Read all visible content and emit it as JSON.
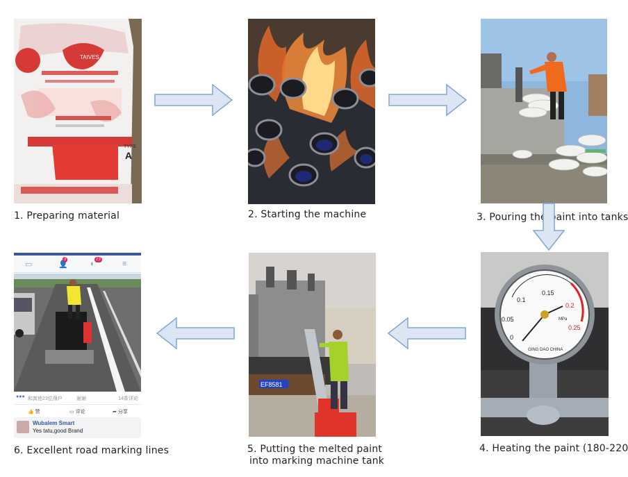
{
  "steps": [
    {
      "number": "1.",
      "caption": "Preparing material",
      "photo": "paint-bags-photo"
    },
    {
      "number": "2.",
      "caption": "Starting the machine",
      "photo": "burner-flames-photo"
    },
    {
      "number": "3.",
      "caption": "Pouring the paint into tanks",
      "photo": "worker-on-truck-photo"
    },
    {
      "number": "4.",
      "caption": "Heating the paint (180-220",
      "photo": "pressure-gauge-photo"
    },
    {
      "number": "5.",
      "caption_line1": "Putting the melted paint",
      "caption_line2": "into marking machine tank",
      "photo": "melting-kettle-photo"
    },
    {
      "number": "6.",
      "caption": "Excellent road marking lines",
      "photo": "facebook-post-screenshot"
    }
  ],
  "bag_label": {
    "brand": "TAIVES",
    "type": "TYPE",
    "grade": "A"
  },
  "gauge": {
    "ticks": [
      "0",
      "0.05",
      "0.1",
      "0.15",
      "0.2",
      "0.25"
    ],
    "unit": "MPa",
    "brand": "GING DAO CHINA"
  },
  "truck_plate": "EF8581",
  "facebook_post": {
    "nav_badges": [
      "3",
      "13"
    ],
    "reactions_text": "和其他23位用户",
    "reactions_extra": "谢谢",
    "comment_count": "14条评论",
    "actions": [
      "赞",
      "评论",
      "分享"
    ],
    "commenter": "Wubalem Smart",
    "comment": "Yes tatu,good Brand"
  },
  "colors": {
    "arrow_fill": "#dce6f2",
    "arrow_stroke": "#7ea5d6",
    "facebook_blue": "#3b5998"
  }
}
